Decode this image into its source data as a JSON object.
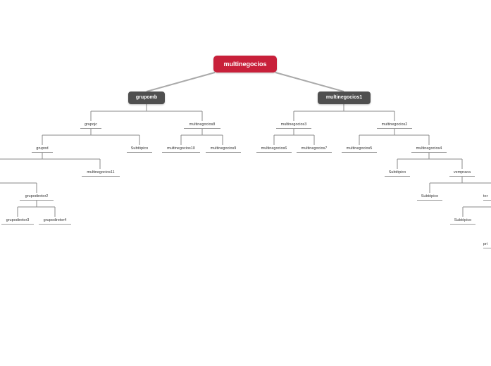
{
  "mindmap": {
    "root": "multinegocios",
    "left_branch": {
      "label": "grupomb",
      "grupojc": "grupojc",
      "grupod": "grupod",
      "subtopico_1": "Subtópico",
      "multinegocios11": "multinegocios11",
      "grupodiretor2": "grupodiretor2",
      "grupodiretor3": "grupodiretor3",
      "grupodiretor4": "grupodiretor4",
      "multinegocios8": "multinegocios8",
      "multinegocios10": "multinegocios10",
      "multinegocios9": "multinegocios9"
    },
    "right_branch": {
      "label": "multinegocios1",
      "multinegocios3": "multinegocios3",
      "multinegocios6": "multinegocios6",
      "multinegocios7": "multinegocios7",
      "multinegocios2": "multinegocios2",
      "multinegocios5": "multinegocios5",
      "multinegocios4": "multinegocios4",
      "subtopico_2": "Subtópico",
      "vempraca": "vempraca",
      "subtopico_3": "Subtópico",
      "partial_to": "tor",
      "subtopico_4": "Subtópico",
      "partial_pri": "pri"
    }
  }
}
